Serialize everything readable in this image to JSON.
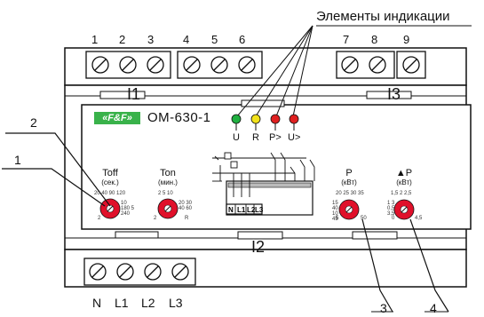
{
  "callout_title": "Элементы индикации",
  "top_terminals": [
    "1",
    "2",
    "3",
    "4",
    "5",
    "6",
    "7",
    "8",
    "9"
  ],
  "bottom_terminals": [
    "N",
    "L1",
    "L2",
    "L3"
  ],
  "current_labels": [
    "I1",
    "I3",
    "I2"
  ],
  "brand": {
    "logo": "«F&F»",
    "model": "OM-630-1"
  },
  "leds": [
    {
      "label": "U",
      "color": "#20b040"
    },
    {
      "label": "R",
      "color": "#f2e21a"
    },
    {
      "label": "P>",
      "color": "#e02020"
    },
    {
      "label": "U>",
      "color": "#e02020"
    }
  ],
  "knobs": [
    {
      "title": "Toff",
      "unit": "(сек.)",
      "scale_left": "20 40 90 120",
      "scale_right": "10 180 5 240",
      "scale_min": "2",
      "scale_max": ""
    },
    {
      "title": "Ton",
      "unit": "(мин.)",
      "scale_left": "2 5 10",
      "scale_right": "20 30 40 60",
      "scale_min": "2",
      "scale_max": "R"
    },
    {
      "title": "P",
      "unit": "(кВт)",
      "scale_left": "20 25 30 35",
      "scale_right": "15 40 10 45",
      "scale_min": "5",
      "scale_max": "50"
    },
    {
      "title": "▲P",
      "unit": "(кВт)",
      "scale_left": "1,5 2 2,5",
      "scale_right": "1 3 0,5 3,5",
      "scale_min": "0",
      "scale_max": "4,5"
    }
  ],
  "terminal_block_labels": [
    "N",
    "L1",
    "L2",
    "L3"
  ],
  "callout_numbers": [
    "1",
    "2",
    "3",
    "4"
  ],
  "colors": {
    "knob": "#e0102a",
    "logo": "#39b24a"
  }
}
